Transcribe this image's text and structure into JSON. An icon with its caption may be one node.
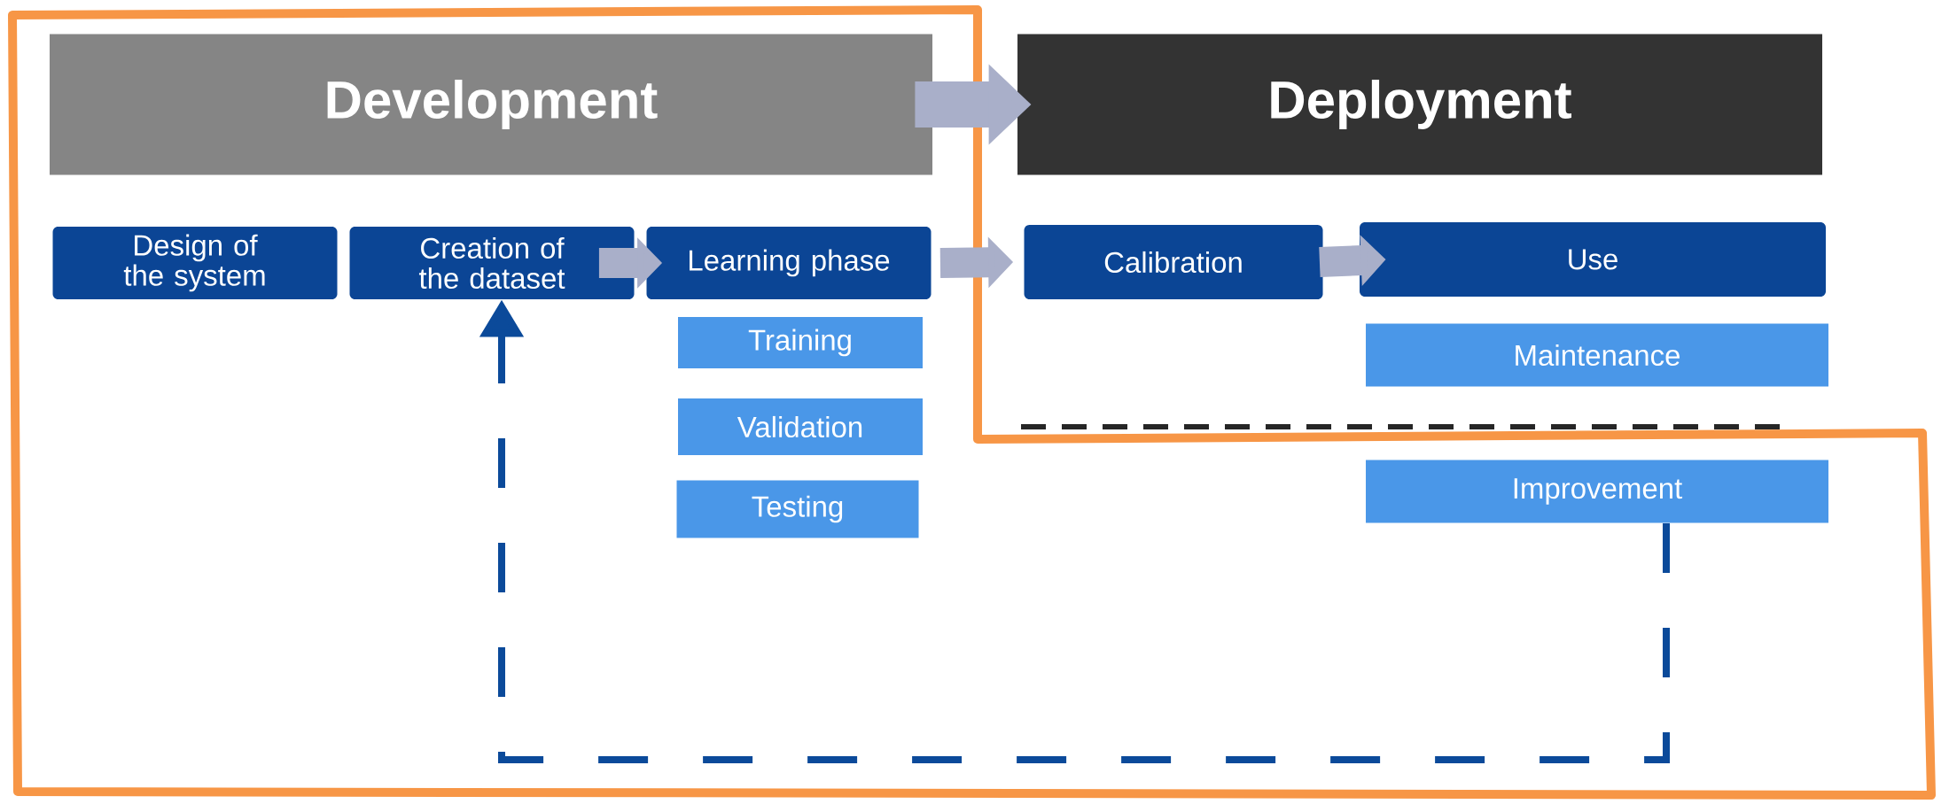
{
  "diagram": {
    "nodes": [
      {
        "text": [
          "Development"
        ]
      },
      {
        "text": [
          "Deployment"
        ]
      },
      {
        "text": [
          "Design of the system"
        ]
      },
      {
        "text": [
          "Creation of the dataset"
        ]
      },
      {
        "text": [
          "Learning phase"
        ]
      },
      {
        "text": [
          "Training"
        ]
      },
      {
        "text": [
          "Validation"
        ]
      },
      {
        "text": [
          "Testing"
        ]
      },
      {
        "text": [
          "Calibration"
        ]
      },
      {
        "text": [
          "Use"
        ]
      },
      {
        "text": [
          "Maintenance"
        ]
      },
      {
        "text": [
          "Improvement"
        ]
      }
    ],
    "edges": [
      {
        "from": 0,
        "to": 1,
        "arrow": "to"
      },
      {
        "from": 3,
        "to": 4,
        "arrow": "to"
      },
      {
        "from": 4,
        "to": 8,
        "arrow": "to"
      },
      {
        "from": 8,
        "to": 9,
        "arrow": "to"
      },
      {
        "from": 11,
        "to": 3,
        "arrow": "to",
        "style": "dashed",
        "color": "#0b4a9a"
      }
    ]
  }
}
